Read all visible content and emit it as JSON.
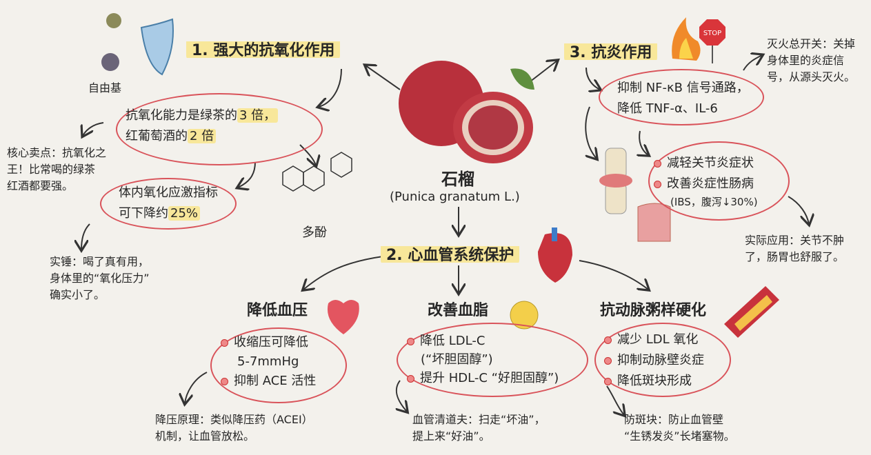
{
  "center": {
    "name": "石榴",
    "latin": "(Punica granatum L.)"
  },
  "antioxidant": {
    "title": "1. 强大的抗氧化作用",
    "free_radical": "自由基",
    "fact1_line1": "抗氧化能力是绿茶的",
    "fact1_hl1": "3 倍，",
    "fact1_line2": "红葡萄酒的",
    "fact1_hl2": "2 倍",
    "fact2_line1": "体内氧化应激指标",
    "fact2_line2": "可下降约",
    "fact2_hl": "25%",
    "polyphenol": "多酚",
    "note1": [
      "核心卖点：抗氧化之",
      "王！比常喝的绿茶",
      "红酒都要强。"
    ],
    "note2": [
      "实锤：喝了真有用，",
      "身体里的“氧化压力”",
      "确实小了。"
    ]
  },
  "anti_inflammatory": {
    "title": "3. 抗炎作用",
    "stop_sign": "STOP",
    "fact1": [
      "抑制 NF-κB 信号通路，",
      "降低 TNF-α、IL-6"
    ],
    "bullets": [
      "减轻关节炎症状",
      "改善炎症性肠病"
    ],
    "bullet_sub": "(IBS，腹泻↓30%)",
    "note1": [
      "灭火总开关：关掉",
      "身体里的炎症信",
      "号，从源头灭火。"
    ],
    "note2": [
      "实际应用：关节不肿",
      "了，肠胃也舒服了。"
    ]
  },
  "cardio": {
    "title": "2. 心血管系统保护",
    "columns": [
      {
        "heading": "降低血压",
        "bullets": [
          "收缩压可降低",
          "抑制 ACE 活性"
        ],
        "bullet1_cont": "5-7mmHg",
        "note": [
          "降压原理：类似降压药（ACEI）",
          "机制，让血管放松。"
        ]
      },
      {
        "heading": "改善血脂",
        "bullets": [
          "降低 LDL-C",
          "提升 HDL-C “好胆固醇”)"
        ],
        "bullet1_cont": "(“坏胆固醇”)",
        "note": [
          "血管清道夫：扫走“坏油”，",
          "提上来“好油”。"
        ]
      },
      {
        "heading": "抗动脉粥样硬化",
        "bullets": [
          "减少 LDL 氧化",
          "抑制动脉壁炎症",
          "降低斑块形成"
        ],
        "note": [
          "防斑块：防止血管壁",
          "“生锈发炎”长堵塞物。"
        ]
      }
    ]
  }
}
